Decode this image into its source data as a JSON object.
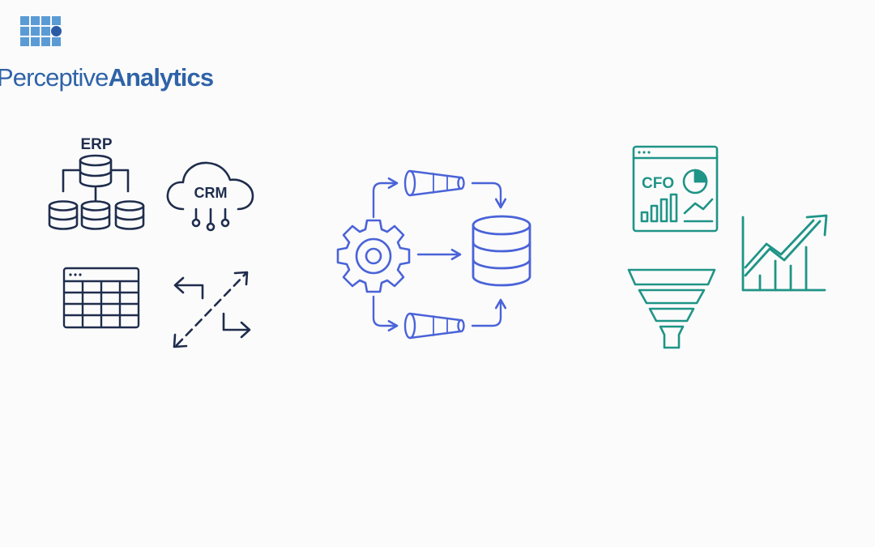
{
  "logo": {
    "name_light": "Perceptive",
    "name_bold": "Analytics"
  },
  "sources": {
    "erp_label": "ERP",
    "crm_label": "CRM"
  },
  "outputs": {
    "dashboard_label": "CFO"
  },
  "colors": {
    "logo_blue": "#2f63a8",
    "logo_square": "#5b9bd5",
    "source_navy": "#1f2d4d",
    "pipeline_blue": "#4a63d8",
    "output_teal": "#1f9487"
  },
  "icons": {
    "erp": "erp-database-hierarchy-icon",
    "crm": "crm-cloud-icon",
    "spreadsheet": "spreadsheet-table-icon",
    "transfer": "bidirectional-transfer-icon",
    "gear": "processing-gear-icon",
    "pipe_top": "data-pipe-icon",
    "pipe_bottom": "data-pipe-icon",
    "warehouse": "data-warehouse-icon",
    "dashboard": "cfo-dashboard-icon",
    "funnel": "funnel-icon",
    "growth": "growth-chart-icon"
  }
}
